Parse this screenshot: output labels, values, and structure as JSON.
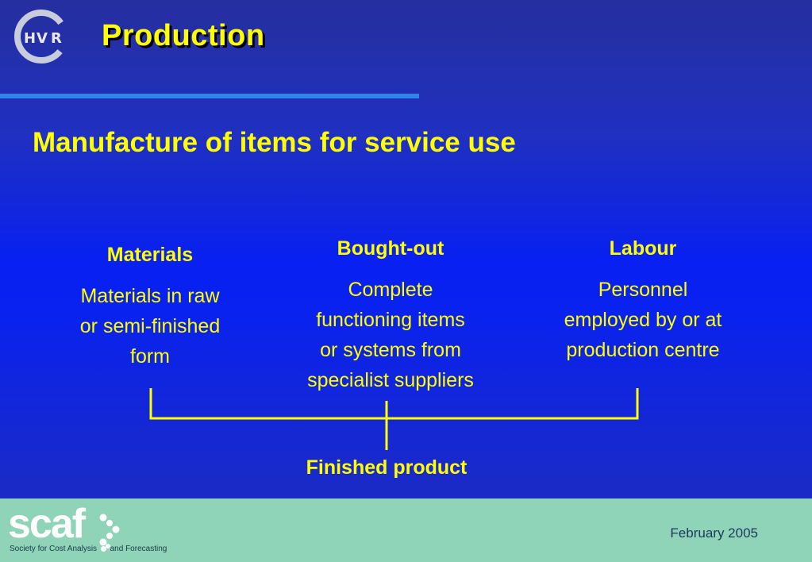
{
  "header": {
    "title": "Production",
    "logo_name": "hvr-logo"
  },
  "subtitle": "Manufacture of items for service use",
  "columns": [
    {
      "heading": "Materials",
      "lines": [
        "Materials in raw",
        "or semi-finished",
        "form"
      ]
    },
    {
      "heading": "Bought-out",
      "lines": [
        "Complete",
        "functioning items",
        "or systems from",
        "specialist suppliers"
      ]
    },
    {
      "heading": "Labour",
      "lines": [
        "Personnel",
        "employed by or at",
        "production centre"
      ]
    }
  ],
  "result": "Finished product",
  "footer": {
    "org_logo_text": "scaf",
    "org_tagline_1": "Society for Cost Analysis",
    "org_tagline_2": "and Forecasting",
    "date": "February 2005"
  },
  "colors": {
    "text": "#ffff00",
    "background_blue": "#0a22ee",
    "rule": "#2f86e6",
    "footer": "#8fd3b8"
  }
}
